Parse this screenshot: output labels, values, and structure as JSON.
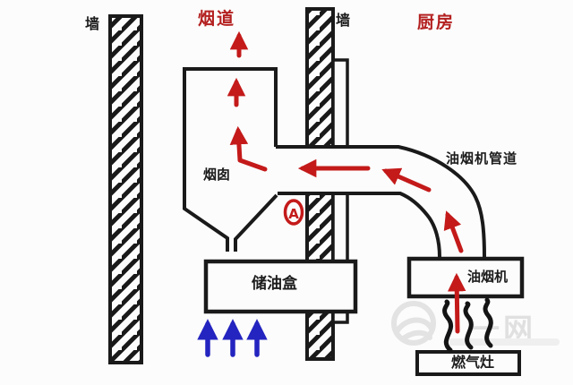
{
  "labels": {
    "wall_left": "墙",
    "wall_middle": "墙",
    "flue": "烟道",
    "kitchen": "厨房",
    "chimney": "烟囱",
    "hood_duct": "油烟机管道",
    "oil_box": "储油盒",
    "range_hood": "油烟机",
    "gas_stove": "燃气灶",
    "point_a": "A",
    "watermark_text": "一网"
  },
  "colors": {
    "line": "#1a1a1a",
    "red_arrow": "#c41a1a",
    "red_text": "#b42020",
    "blue_arrow": "#2424c0",
    "watermark": "#e0e0e0",
    "background": "#fcfcfc"
  }
}
